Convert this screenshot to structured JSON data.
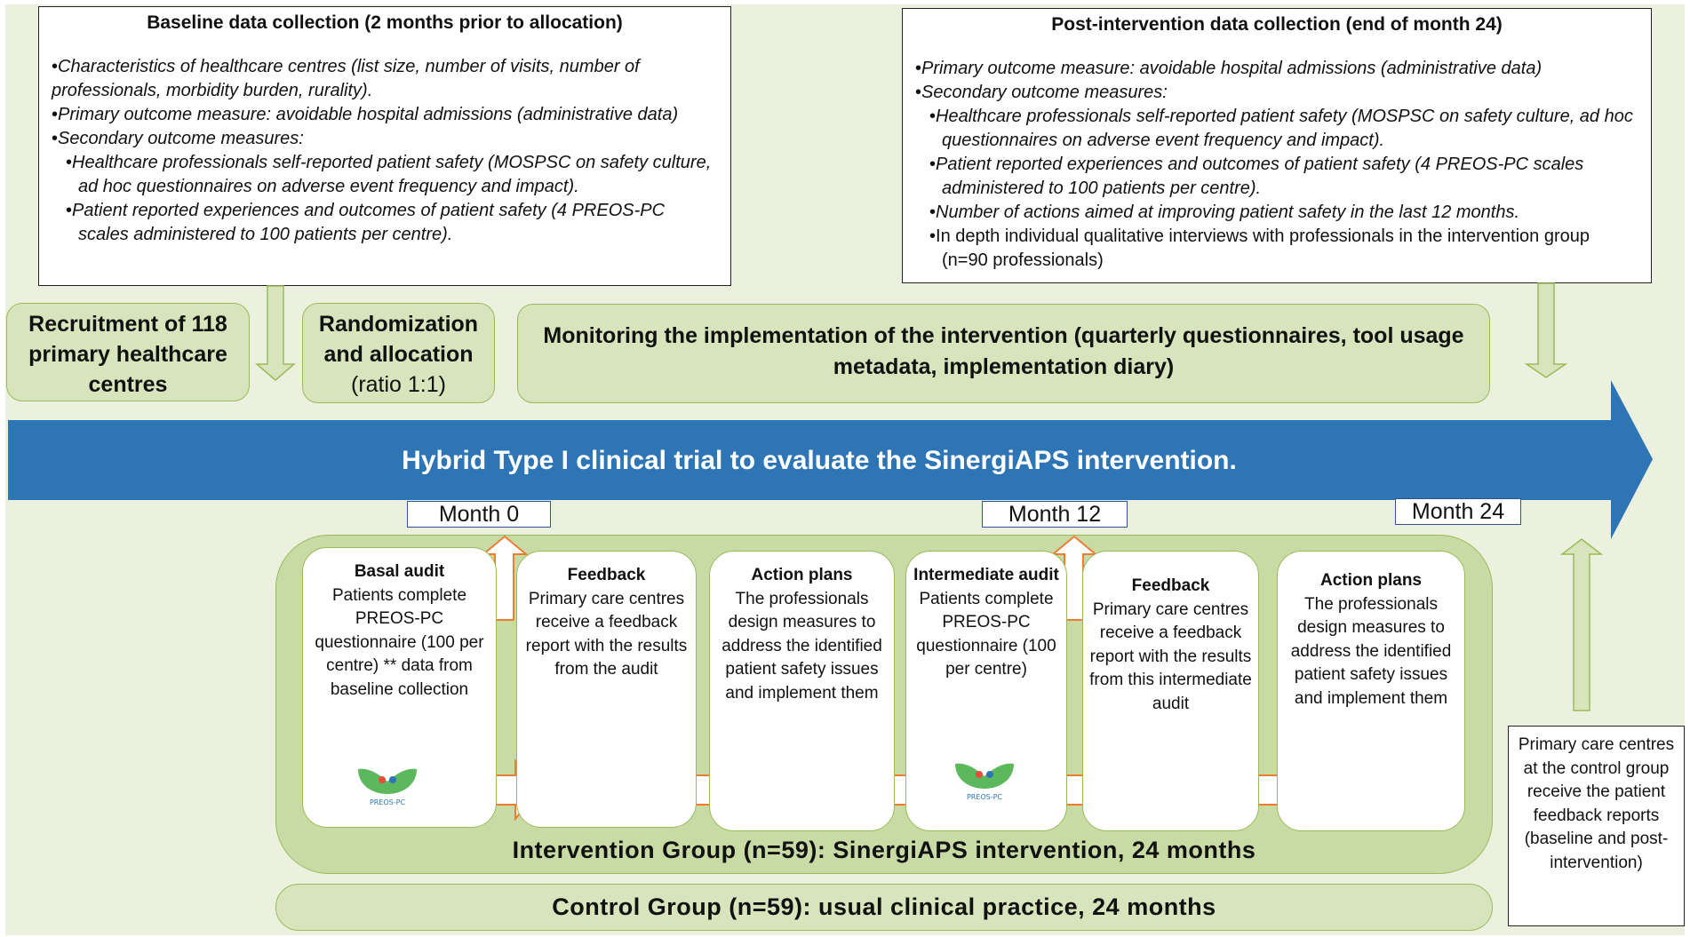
{
  "baseline": {
    "title": "Baseline data collection (2 months prior to allocation)",
    "items": [
      "Characteristics of healthcare centres (list size, number of visits, number of professionals, morbidity burden, rurality).",
      "Primary outcome measure: avoidable hospital admissions (administrative data)",
      "Secondary outcome measures:"
    ],
    "subitems": [
      "Healthcare professionals self-reported patient safety (MOSPSC on safety culture, ad hoc questionnaires on adverse event frequency and impact).",
      "Patient reported experiences and outcomes of patient safety (4 PREOS-PC scales administered to 100 patients per centre)."
    ]
  },
  "post": {
    "title": "Post-intervention data collection (end of month 24)",
    "items": [
      "Primary outcome measure: avoidable hospital admissions (administrative data)",
      "Secondary outcome measures:"
    ],
    "subitems": [
      "Healthcare professionals self-reported patient safety (MOSPSC on safety culture, ad hoc questionnaires on adverse event frequency and impact).",
      "Patient reported experiences and outcomes of patient safety (4 PREOS-PC scales administered to 100 patients per centre).",
      "Number of actions aimed at improving patient safety in the last 12 months.",
      "In depth individual qualitative interviews with professionals in the intervention group (n=90 professionals)"
    ]
  },
  "recruitment": "Recruitment of 118 primary healthcare centres",
  "randomization": {
    "title": "Randomization and allocation",
    "ratio": "(ratio 1:1)"
  },
  "monitoring": "Monitoring the implementation of the intervention (quarterly questionnaires, tool usage metadata, implementation diary)",
  "arrow_label": "Hybrid Type I clinical trial to evaluate the SinergiAPS intervention.",
  "months": [
    "Month 0",
    "Month 12",
    "Month 24"
  ],
  "cards": [
    {
      "title": "Basal audit",
      "body": "Patients complete PREOS-PC questionnaire (100 per centre) ** data from baseline collection"
    },
    {
      "title": "Feedback",
      "body": "Primary care centres receive a feedback report with the results from the audit"
    },
    {
      "title": "Action plans",
      "body": "The professionals design measures to address the identified patient safety issues and implement them"
    },
    {
      "title": "Intermediate audit",
      "body": "Patients complete PREOS-PC questionnaire (100 per centre)"
    },
    {
      "title": "Feedback",
      "body": "Primary care centres receive a feedback report with the results from this intermediate audit"
    },
    {
      "title": "Action plans",
      "body": "The professionals design measures to address the identified patient safety issues and implement them"
    }
  ],
  "logo_text": "PREOS-PC",
  "intervention_group": "Intervention Group (n=59): SinergiAPS intervention, 24 months",
  "control_group": "Control Group (n=59): usual clinical practice, 24 months",
  "control_note": "Primary care centres at the control group receive the patient feedback reports (baseline and post-intervention)",
  "colors": {
    "main_arrow": "#2e75b6",
    "green_fill": "#d7e4bc",
    "green_border": "#9bbb59",
    "orange": "#ed7d31"
  }
}
